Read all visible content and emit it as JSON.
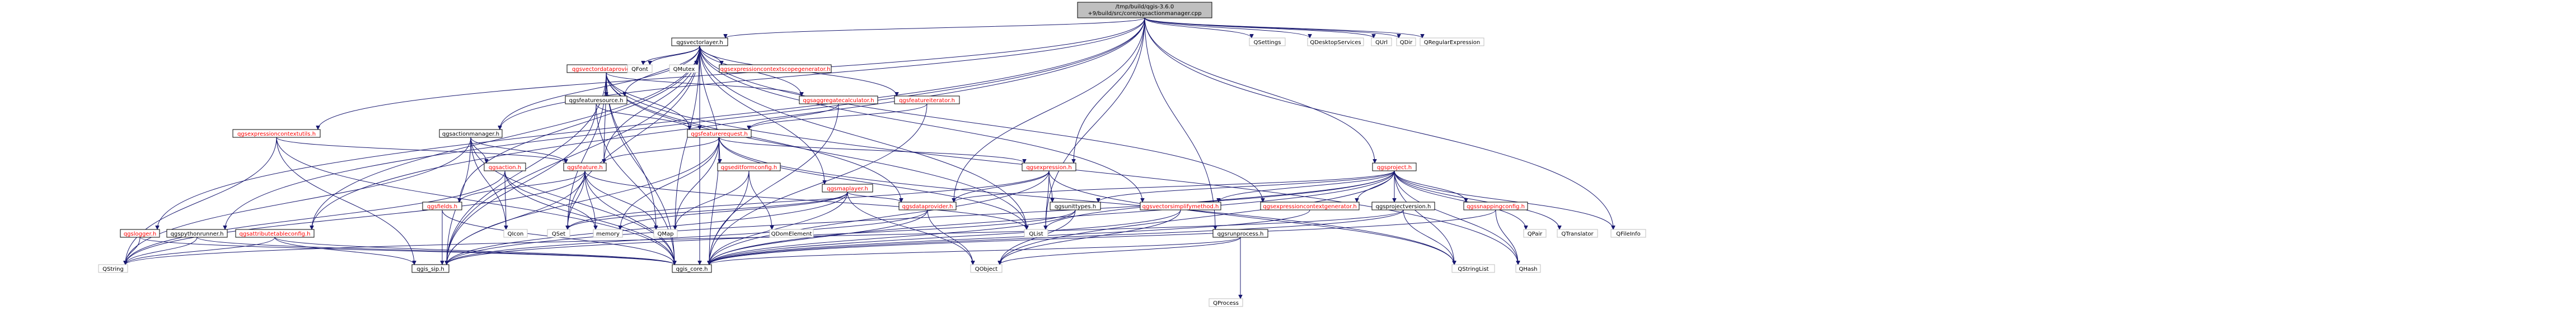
{
  "root": {
    "lines": [
      "/tmp/build/qgis-3.6.0",
      "+9/build/src/core/qgsactionmanager.cpp"
    ]
  },
  "nodes": {
    "qgsvectorlayer_h": "qgsvectorlayer.h",
    "qgsexpressioncontextutils_h": "qgsexpressioncontextutils.h",
    "qgslogger_h": "qgslogger.h",
    "qgspythonrunner_h": "qgspythonrunner.h",
    "qgsattributetableconfig_h": "qgsattributetableconfig.h",
    "qgsactionmanager_h": "qgsactionmanager.h",
    "qgsvectordataprovider_h": "qgsvectordataprovider.h",
    "qgsexpressioncontextscopegenerator_h": "qgsexpressioncontextscopegenerator.h",
    "qgsfeaturesource_h": "qgsfeaturesource.h",
    "qgsaggregatecalculator_h": "qgsaggregatecalculator.h",
    "qgsfeatureiterator_h": "qgsfeatureiterator.h",
    "qgsfeaturerequest_h": "qgsfeaturerequest.h",
    "qgsaction_h": "qgsaction.h",
    "qgsfeature_h": "qgsfeature.h",
    "qgseditformconfig_h": "qgseditformconfig.h",
    "qgsmaplayer_h": "qgsmaplayer.h",
    "qgsexpression_h": "qgsexpression.h",
    "qgsfields_h": "qgsfields.h",
    "qgsdataprovider_h": "qgsdataprovider.h",
    "qgsunittypes_h": "qgsunittypes.h",
    "qgsproject_h": "qgsproject.h",
    "qgsvectorsimplifymethod_h": "qgsvectorsimplifymethod.h",
    "qgsexpressioncontextgenerator_h": "qgsexpressioncontextgenerator.h",
    "qgsprojectversion_h": "qgsprojectversion.h",
    "qgssnappingconfig_h": "qgssnappingconfig.h",
    "qgsrunprocess_h": "qgsrunprocess.h",
    "qgis_sip_h": "qgis_sip.h",
    "qgis_core_h": "qgis_core.h",
    "QString": "QString",
    "QObject": "QObject",
    "QStringList": "QStringList",
    "QHash": "QHash",
    "QSet": "QSet",
    "QIcon": "QIcon",
    "memory": "memory",
    "QMap": "QMap",
    "QList": "QList",
    "QDomElement": "QDomElement",
    "QFont": "QFont",
    "QMutex": "QMutex",
    "QSettings": "QSettings",
    "QDesktopServices": "QDesktopServices",
    "QUrl": "QUrl",
    "QDir": "QDir",
    "QRegularExpression": "QRegularExpression",
    "QFileInfo": "QFileInfo",
    "QTranslator": "QTranslator",
    "QPair": "QPair",
    "QProcess": "QProcess"
  },
  "colors": {
    "edge": "#191970",
    "root_fill": "#bfbfbf",
    "red_text": "#ff0000"
  }
}
